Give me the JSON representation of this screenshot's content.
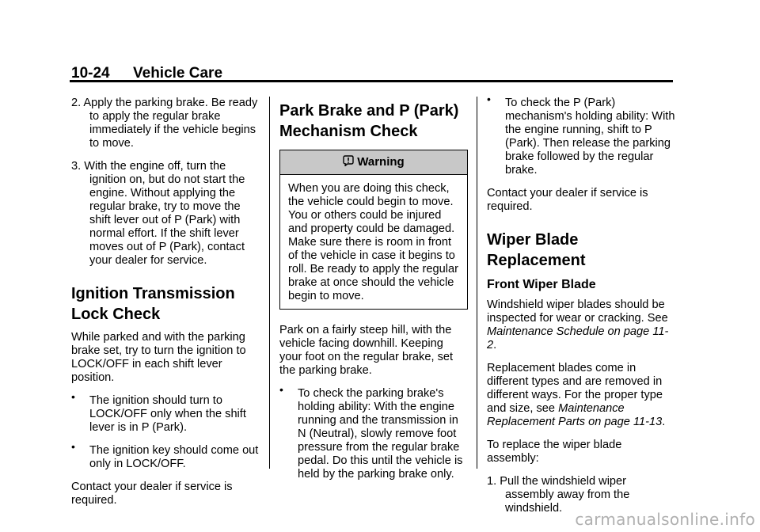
{
  "header": {
    "page_number": "10-24",
    "section": "Vehicle Care"
  },
  "col1": {
    "steps": [
      "2. Apply the parking brake. Be ready to apply the regular brake immediately if the vehicle begins to move.",
      "3. With the engine off, turn the ignition on, but do not start the engine. Without applying the regular brake, try to move the shift lever out of P (Park) with normal effort. If the shift lever moves out of P (Park), contact your dealer for service."
    ],
    "heading": "Ignition Transmission Lock Check",
    "intro": "While parked and with the parking brake set, try to turn the ignition to LOCK/OFF in each shift lever position.",
    "bullets": [
      "The ignition should turn to LOCK/OFF only when the shift lever is in P (Park).",
      "The ignition key should come out only in LOCK/OFF."
    ],
    "closing": "Contact your dealer if service is required."
  },
  "col2": {
    "heading": "Park Brake and P (Park) Mechanism Check",
    "warning_title": "Warning",
    "warning_text": "When you are doing this check, the vehicle could begin to move. You or others could be injured and property could be damaged. Make sure there is room in front of the vehicle in case it begins to roll. Be ready to apply the regular brake at once should the vehicle begin to move.",
    "intro": "Park on a fairly steep hill, with the vehicle facing downhill. Keeping your foot on the regular brake, set the parking brake.",
    "bullets": [
      "To check the parking brake's holding ability: With the engine running and the transmission in N (Neutral), slowly remove foot pressure from the regular brake pedal. Do this until the vehicle is held by the parking brake only."
    ]
  },
  "col3": {
    "bullets": [
      "To check the P (Park) mechanism's holding ability: With the engine running, shift to P (Park). Then release the parking brake followed by the regular brake."
    ],
    "closing": "Contact your dealer if service is required.",
    "heading": "Wiper Blade Replacement",
    "subheading": "Front Wiper Blade",
    "p1_text": "Windshield wiper blades should be inspected for wear or cracking. See ",
    "p1_link": "Maintenance Schedule on page 11-2",
    "p1_end": ".",
    "p2_text": "Replacement blades come in different types and are removed in different ways. For the proper type and size, see ",
    "p2_link": "Maintenance Replacement Parts on page 11-13",
    "p2_end": ".",
    "p3": "To replace the wiper blade assembly:",
    "steps": [
      "1. Pull the windshield wiper assembly away from the windshield."
    ]
  },
  "watermark": "carmanualsonline.info",
  "bullet_glyph": "•"
}
